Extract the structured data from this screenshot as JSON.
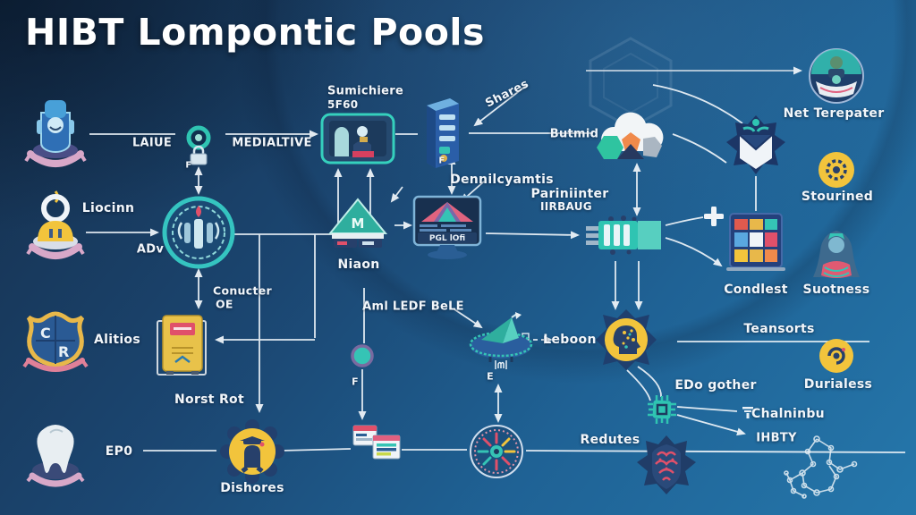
{
  "title": "HIBT Lompontic Pools",
  "labels": {
    "laiue": "LAIUE",
    "f_node": "F",
    "medialtive": "MEDIALTIVE",
    "sumichiere_line1": "Sumichiere",
    "sumichiere_line2": "5F60",
    "shares": "Shares",
    "f_server": "F",
    "butmid": "Butmid",
    "net_terepater": "Net Terepater",
    "stourined": "Stourined",
    "liocinn": "Liocinn",
    "adv": "ADv",
    "dennilcyamtis": "Dennilcyamtis",
    "pariniinter": "Pariniinter",
    "iirbaug": "IIRBAUG",
    "conucter_line1": "Conucter",
    "conucter_line2": "OE",
    "niaon": "Niaon",
    "pgl_lofi": "PGL lOfi",
    "aml_ledf_bele": "Aml LEDF BeLE",
    "f_lower": "F",
    "e_dish": "E",
    "leboon": "Leboon",
    "teansorts": "Teansorts",
    "durialess": "Durialess",
    "edo_gother": "EDo gother",
    "chalninbu": "Chalninbu",
    "ihbty": "IHBTY",
    "condlest": "Condlest",
    "suotness": "Suotness",
    "alitios": "Alitios",
    "norst_rot": "Norst Rot",
    "ep0": "EP0",
    "dishores": "Dishores",
    "redutes": "Redutes"
  },
  "icons": {
    "robot-mascot-icon": "blue mascot figure with pink ribbon arc",
    "lock-node-icon": "teal ring node with padlock",
    "tablet-icon": "teal-framed tablet with figure",
    "server-tower-icon": "blue 3d server tower",
    "cloud-icon": "white cloud with hexagon and pentagon shapes",
    "desk-person-icon": "round badge of person at desk",
    "envelope-shield-icon": "spiky navy emblem with white envelope",
    "stourined-badge-icon": "yellow circular badge",
    "member-figure-icon": "yellow figure with white ring head and pink ribbon",
    "emblem-circle-icon": "large teal ring emblem with red flame",
    "pyramid-icon": "teal pyramid marker with base plates",
    "monitor-pyramid-icon": "monitor showing colorful pyramid",
    "connector-icon": "teal plug connector",
    "plus-icon": "white plus sign",
    "dashboard-grid-icon": "navy panel with colorful tiles",
    "analyst-bust-icon": "hooded analyst bust",
    "crest-shield-icon": "blue shield with yellow border and letters C R",
    "book-icon": "yellow book with red label",
    "node-f-icon": "small teal node with purple ring",
    "dish-antenna-icon": "satellite dish with teal cone",
    "brain-head-icon": "yellow circle with navy head and spikes",
    "chip-icon": "teal microchip",
    "chalninbu-icon": "small white stack glyph",
    "molecule-icon": "white wireframe molecule",
    "virus-shield-icon": "spiky navy emblem with pink patterned shield",
    "tooth-icon": "white tooth with pink ribbon arc",
    "dishores-badge-icon": "yellow circle with navy graduate figure and petal ring",
    "window-icon-1": "small app window with red bar",
    "window-icon-2": "small app window with pink bar and colored lines",
    "burst-icon": "circular burst of pink teal and yellow spokes",
    "durialess-badge-icon": "yellow circular badge with swirl",
    "meter-icon": "tiny bracketed meter glyph",
    "hexagon-watermark-icon": "faint hexagon outline"
  },
  "colors": {
    "background_top": "#152e4b",
    "background_bottom": "#2577ab",
    "teal": "#2fc4b2",
    "yellow": "#f2c43c",
    "pink": "#e0506a",
    "navy": "#22406e",
    "line": "#e9f0f6",
    "text": "#f2f6fa"
  }
}
